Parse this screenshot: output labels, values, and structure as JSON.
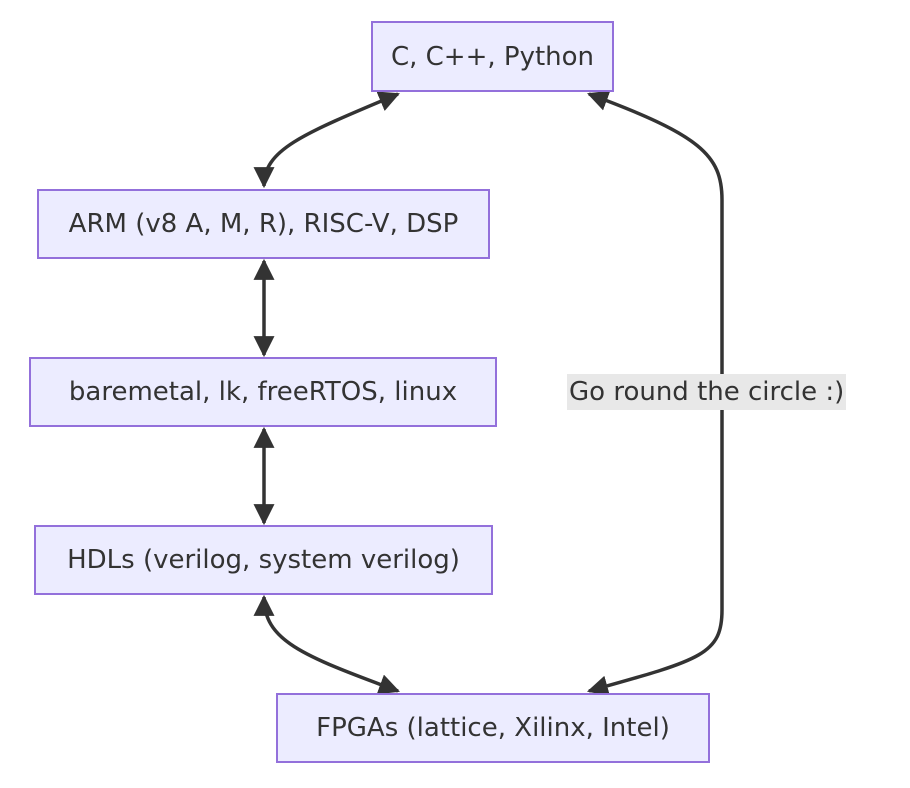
{
  "nodes": {
    "lang": "C, C++, Python",
    "arch": "ARM (v8 A, M, R), RISC-V, DSP",
    "os": "baremetal, lk, freeRTOS, linux",
    "hdl": "HDLs (verilog, system verilog)",
    "fpga": "FPGAs (lattice, Xilinx, Intel)"
  },
  "edge_label": "Go round the circle :)",
  "colors": {
    "node_fill": "#ECECFF",
    "node_border": "#9370DB",
    "edge": "#333333",
    "label_bg": "#e8e8e8",
    "text": "#333333"
  }
}
